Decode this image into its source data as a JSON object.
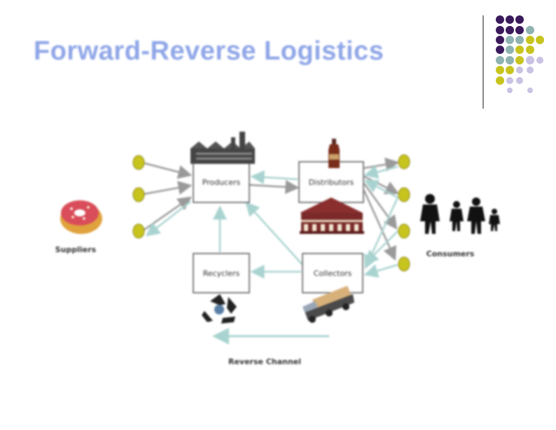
{
  "slide": {
    "title": "Forward-Reverse Logistics"
  },
  "diagram": {
    "nodes": {
      "producers": "Producers",
      "distributors": "Distributors",
      "recyclers": "Recyclers",
      "collectors": "Collectors"
    },
    "actors": {
      "suppliers": "Suppliers",
      "consumers": "Consumers"
    },
    "reverse_channel_label": "Reverse Channel"
  },
  "colors": {
    "title": "#8fa6e8",
    "forward_arrow": "#9a9a9a",
    "reverse_arrow": "#a9d3d0",
    "connector_dot": "#c8c41e",
    "purple_dot": "#3a1a5c",
    "teal_dot": "#8fb3b0",
    "lavender_dot": "#c9c2e4"
  },
  "icons": [
    "donut-icon",
    "factory-icon",
    "bottle-icon",
    "building-icon",
    "recycle-icon",
    "truck-icon",
    "family-icon"
  ]
}
